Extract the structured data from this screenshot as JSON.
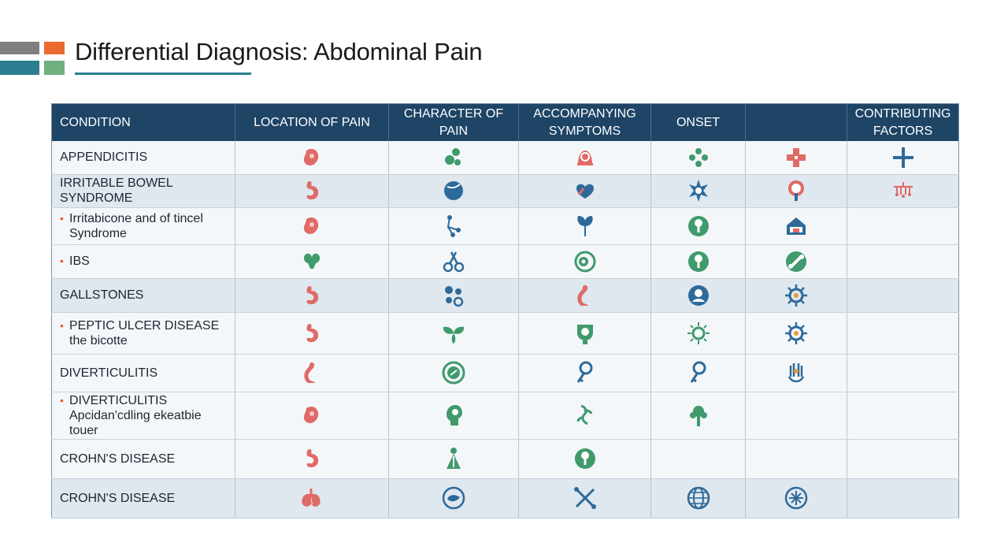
{
  "title": "Differential Diagnosis: Abdominal Pain",
  "colors": {
    "header_bg": "#1e4466",
    "row_alt": "#dfe7ef",
    "icon_red": "#e06a66",
    "icon_green": "#3f9a6c",
    "icon_blue": "#2e6a99",
    "bullet": "#e0642c"
  },
  "headers": {
    "condition": "CONDITION",
    "location": "LOCATION OF PAIN",
    "character": "CHARACTER OF PAIN",
    "accompanying_1": "ACCOMPANYING",
    "accompanying_2": "SYMPTOMS",
    "onset": "ONSET",
    "blank": "",
    "contributing_1": "CONTRIBUTING",
    "contributing_2": "FACTORS"
  },
  "rows": [
    {
      "line1": "APPENDICITIS",
      "icons": [
        "organ-red",
        "cluster-green",
        "face-red",
        "diamond-green",
        "cross-red",
        "cross-blue"
      ]
    },
    {
      "line1": "IRRITABLE BOWEL SYNDROME",
      "icons": [
        "stomach-red",
        "ball-blue",
        "heart-blue",
        "star-blue",
        "pin-mixed",
        "chandelier-red"
      ]
    },
    {
      "bullet": "•",
      "line1": "Irritabicone and of  tincel",
      "line2": "Syndrome",
      "icons": [
        "organ-red",
        "molecule-blue",
        "sprout-blue",
        "bulb-green",
        "house-blue",
        ""
      ]
    },
    {
      "bullet": "•",
      "line1": "IBS",
      "icons": [
        "kidney-green",
        "scissors-blue",
        "swirl-green",
        "bulb-green",
        "bone-green",
        ""
      ]
    },
    {
      "line1": "GALLSTONES",
      "icons": [
        "stomach-red",
        "stones-blue",
        "intestine-red",
        "face-blue",
        "gear-blue",
        ""
      ]
    },
    {
      "bullet": "•",
      "line1": "PEPTIC ULCER DISEASE",
      "line2": "the bicotte",
      "icons": [
        "stomach-red",
        "leaves-green",
        "cup-green",
        "sun-green",
        "gear-blue",
        ""
      ]
    },
    {
      "line1": "DIVERTICULITIS",
      "icons": [
        "intestine-red",
        "circle-green",
        "key-blue",
        "key-blue",
        "hands-blue",
        ""
      ]
    },
    {
      "bullet": "•",
      "line1": "DIVERTICULITIS",
      "line2": "Apcidan'cdling ekeatbie",
      "line3": "touer",
      "icons": [
        "organ-red",
        "head-green",
        "sprout-green",
        "tree-green",
        "",
        ""
      ]
    },
    {
      "line1": "CROHN'S DISEASE",
      "icons": [
        "stomach-red",
        "person-green",
        "bulb-green",
        "",
        "",
        ""
      ]
    },
    {
      "line1": "CROHN'S DISEASE",
      "icons": [
        "lungs-red",
        "leaf-blue",
        "tools-blue",
        "globe-blue",
        "snow-blue",
        ""
      ]
    }
  ]
}
